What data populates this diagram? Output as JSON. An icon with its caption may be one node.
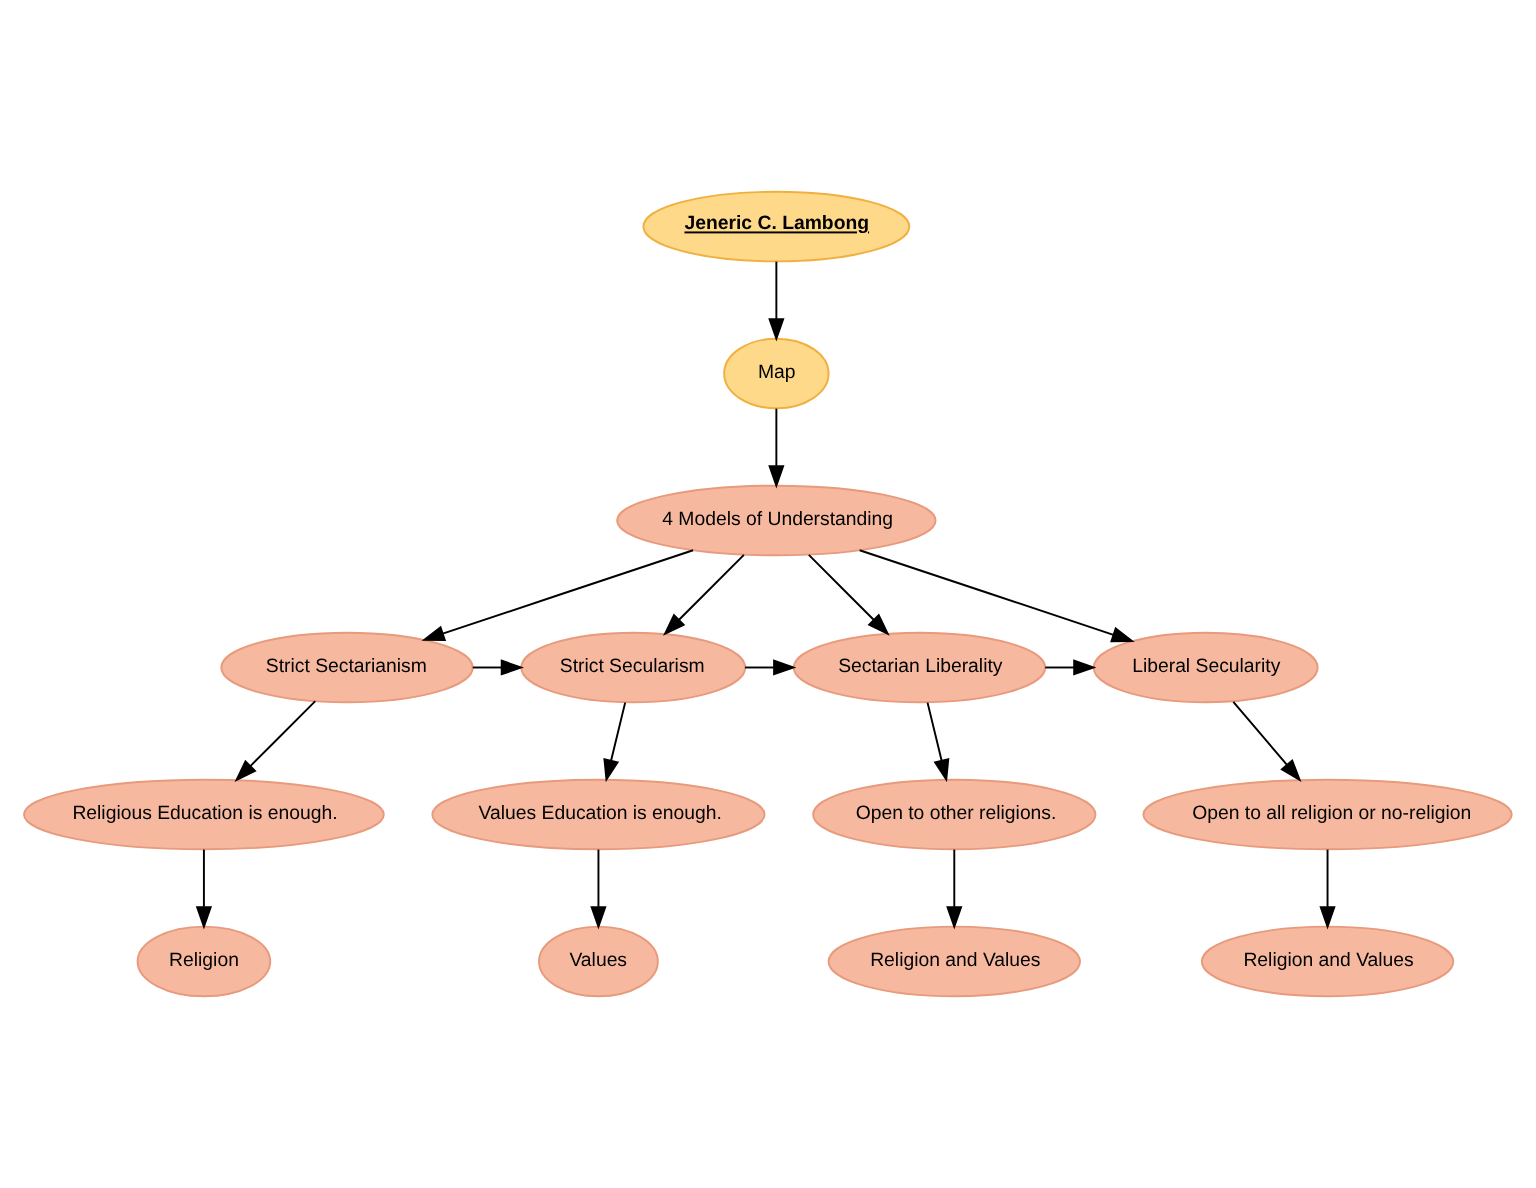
{
  "diagram": {
    "nodes": [
      {
        "text": [
          "Jeneric C. Lambong"
        ]
      },
      {
        "text": [
          "Map"
        ]
      },
      {
        "text": [
          "4 Models of Understanding"
        ]
      },
      {
        "text": [
          "Strict Sectarianism"
        ]
      },
      {
        "text": [
          "Strict Secularism"
        ]
      },
      {
        "text": [
          "Sectarian Liberality"
        ]
      },
      {
        "text": [
          "Liberal Secularity"
        ]
      },
      {
        "text": [
          "Religious Education is enough."
        ]
      },
      {
        "text": [
          "Values Education is enough."
        ]
      },
      {
        "text": [
          "Open to other religions."
        ]
      },
      {
        "text": [
          "Open to all religion or no-religion"
        ]
      },
      {
        "text": [
          "Religion"
        ]
      },
      {
        "text": [
          "Values"
        ]
      },
      {
        "text": [
          "Religion and Values"
        ]
      },
      {
        "text": [
          "Religion and Values"
        ]
      }
    ],
    "edges": [
      {
        "from": 0,
        "to": 1,
        "arrow": "to"
      },
      {
        "from": 1,
        "to": 2,
        "arrow": "to"
      },
      {
        "from": 2,
        "to": 3,
        "arrow": "to"
      },
      {
        "from": 2,
        "to": 4,
        "arrow": "to"
      },
      {
        "from": 2,
        "to": 5,
        "arrow": "to"
      },
      {
        "from": 2,
        "to": 6,
        "arrow": "to"
      },
      {
        "from": 3,
        "to": 4,
        "arrow": "to"
      },
      {
        "from": 4,
        "to": 5,
        "arrow": "to"
      },
      {
        "from": 5,
        "to": 6,
        "arrow": "to"
      },
      {
        "from": 3,
        "to": 7,
        "arrow": "to"
      },
      {
        "from": 4,
        "to": 8,
        "arrow": "to"
      },
      {
        "from": 5,
        "to": 9,
        "arrow": "to"
      },
      {
        "from": 6,
        "to": 10,
        "arrow": "to"
      },
      {
        "from": 7,
        "to": 11,
        "arrow": "to"
      },
      {
        "from": 8,
        "to": 12,
        "arrow": "to"
      },
      {
        "from": 9,
        "to": 13,
        "arrow": "to"
      },
      {
        "from": 10,
        "to": 14,
        "arrow": "to"
      }
    ]
  }
}
